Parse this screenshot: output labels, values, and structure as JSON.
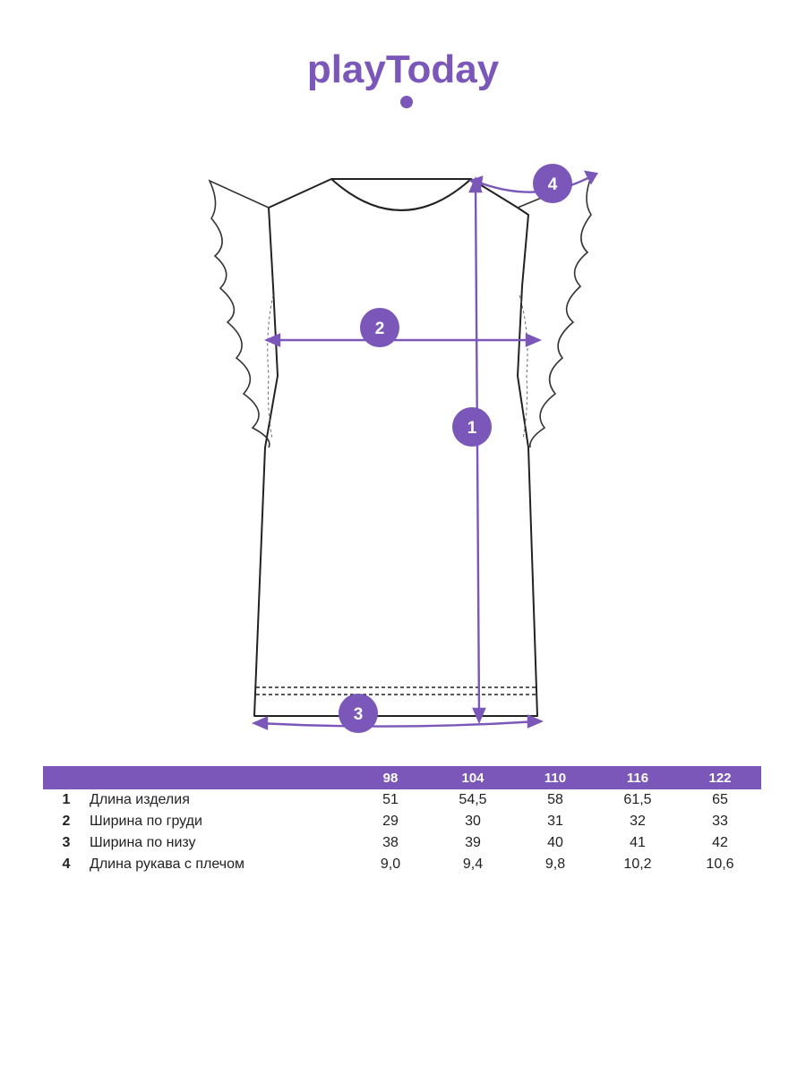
{
  "brand": {
    "name": "playToday",
    "color": "#7a57b8"
  },
  "diagram": {
    "markers": [
      {
        "id": "1",
        "label": "1"
      },
      {
        "id": "2",
        "label": "2"
      },
      {
        "id": "3",
        "label": "3"
      },
      {
        "id": "4",
        "label": "4"
      }
    ],
    "line_color": "#7a57b8",
    "sketch_color": "#222222"
  },
  "table": {
    "sizes": [
      "98",
      "104",
      "110",
      "116",
      "122"
    ],
    "rows": [
      {
        "num": "1",
        "label": "Длина изделия",
        "values": [
          "51",
          "54,5",
          "58",
          "61,5",
          "65"
        ]
      },
      {
        "num": "2",
        "label": "Ширина по груди",
        "values": [
          "29",
          "30",
          "31",
          "32",
          "33"
        ]
      },
      {
        "num": "3",
        "label": "Ширина по низу",
        "values": [
          "38",
          "39",
          "40",
          "41",
          "42"
        ]
      },
      {
        "num": "4",
        "label": "Длина рукава с плечом",
        "values": [
          "9,0",
          "9,4",
          "9,8",
          "10,2",
          "10,6"
        ]
      }
    ]
  }
}
